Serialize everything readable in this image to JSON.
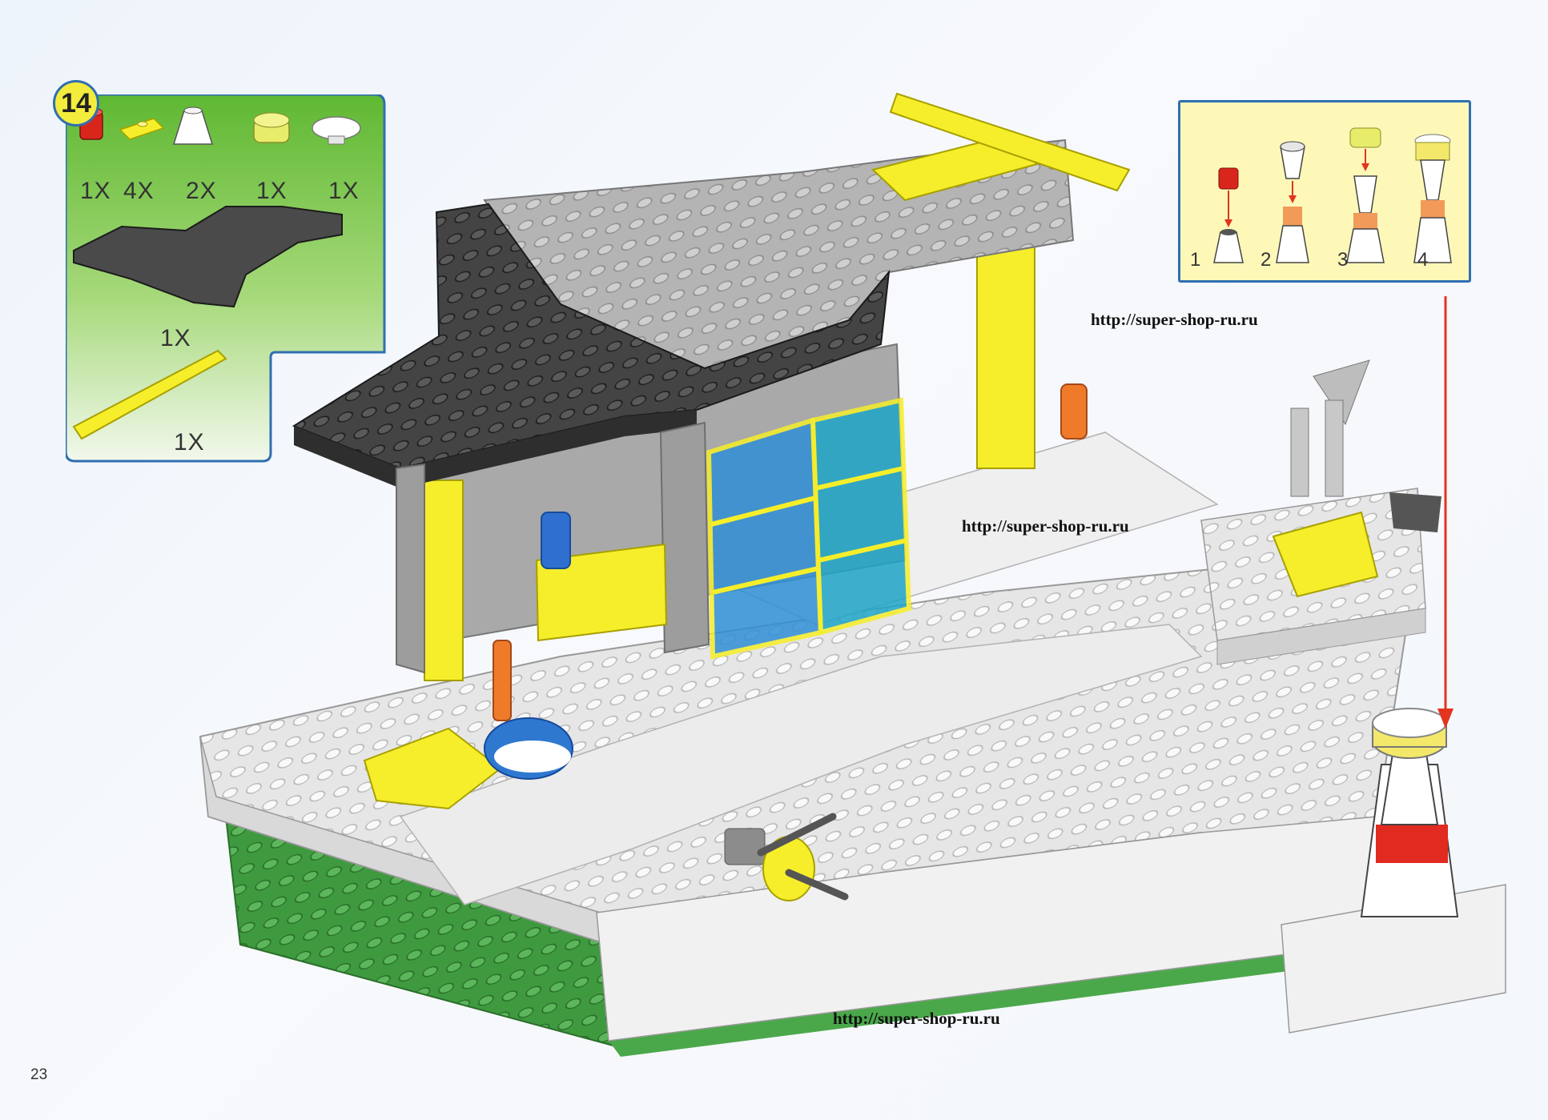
{
  "step": {
    "number": "14",
    "parts": [
      {
        "qty": "1X",
        "icon": "red-round-brick-icon",
        "color": "#d8261c"
      },
      {
        "qty": "4X",
        "icon": "yellow-plate-1x2-icon",
        "color": "#f6ee2a"
      },
      {
        "qty": "2X",
        "icon": "white-cone-icon",
        "color": "#ffffff"
      },
      {
        "qty": "1X",
        "icon": "trans-yellow-round-brick-icon",
        "color": "#e7ec6a"
      },
      {
        "qty": "1X",
        "icon": "white-dish-icon",
        "color": "#ffffff"
      }
    ],
    "large_parts": [
      {
        "qty": "1X",
        "icon": "dark-gray-wing-plate-icon",
        "color": "#4a4a4a"
      },
      {
        "qty": "1X",
        "icon": "yellow-long-plate-icon",
        "color": "#f6ee2a"
      }
    ]
  },
  "sub_assembly": {
    "steps": [
      "1",
      "2",
      "3",
      "4"
    ]
  },
  "watermarks": [
    "http://super-shop-ru.ru",
    "http://super-shop-ru.ru",
    "http://super-shop-ru.ru"
  ],
  "page_number": "23",
  "colors": {
    "panel_border": "#2f6fb1",
    "panel_green": "#5fb832",
    "sub_panel_bg": "#fdf8b8",
    "arrow_red": "#e2341e",
    "roof_dark": "#3f3f3f",
    "roof_light": "#a9a9a9",
    "baseplate_light": "#e3e3e3",
    "accent_yellow": "#f6ee2a",
    "window_blue": "#2f8fd6",
    "ground_green": "#4aa84a"
  }
}
